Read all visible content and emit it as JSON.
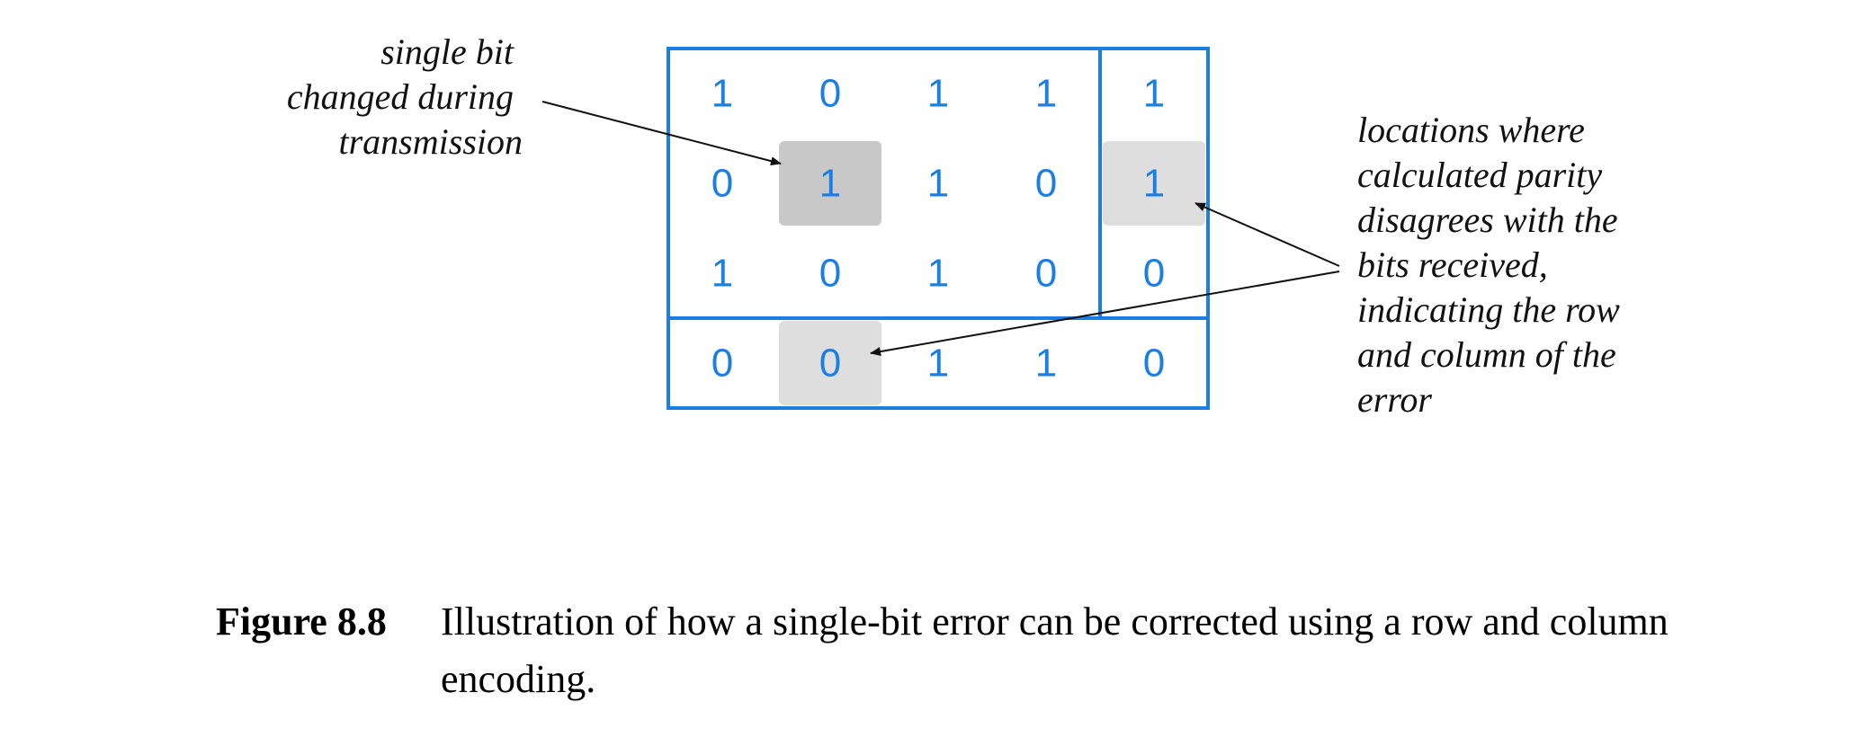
{
  "colors": {
    "grid": "#1a7ee6",
    "bits": "#1a7ee6",
    "highlight_dark": "#c8c8c8",
    "highlight_light": "#dedede",
    "text": "#111111"
  },
  "grid": {
    "rows": [
      [
        "1",
        "0",
        "1",
        "1",
        "1"
      ],
      [
        "0",
        "1",
        "1",
        "0",
        "1"
      ],
      [
        "1",
        "0",
        "1",
        "0",
        "0"
      ],
      [
        "0",
        "0",
        "1",
        "1",
        "0"
      ]
    ],
    "changed_bit": {
      "row": 1,
      "col": 1
    },
    "parity_mismatch_cells": [
      {
        "row": 1,
        "col": 4
      },
      {
        "row": 3,
        "col": 1
      }
    ]
  },
  "annotations": {
    "left": [
      "single bit",
      "changed during",
      "transmission"
    ],
    "right": [
      "locations where",
      "calculated parity",
      "disagrees with the",
      "bits received,",
      "indicating the row",
      "and column of the",
      "error"
    ]
  },
  "caption": {
    "label": "Figure 8.8",
    "text": "Illustration of how a single-bit error can be corrected using a row and column encoding."
  }
}
